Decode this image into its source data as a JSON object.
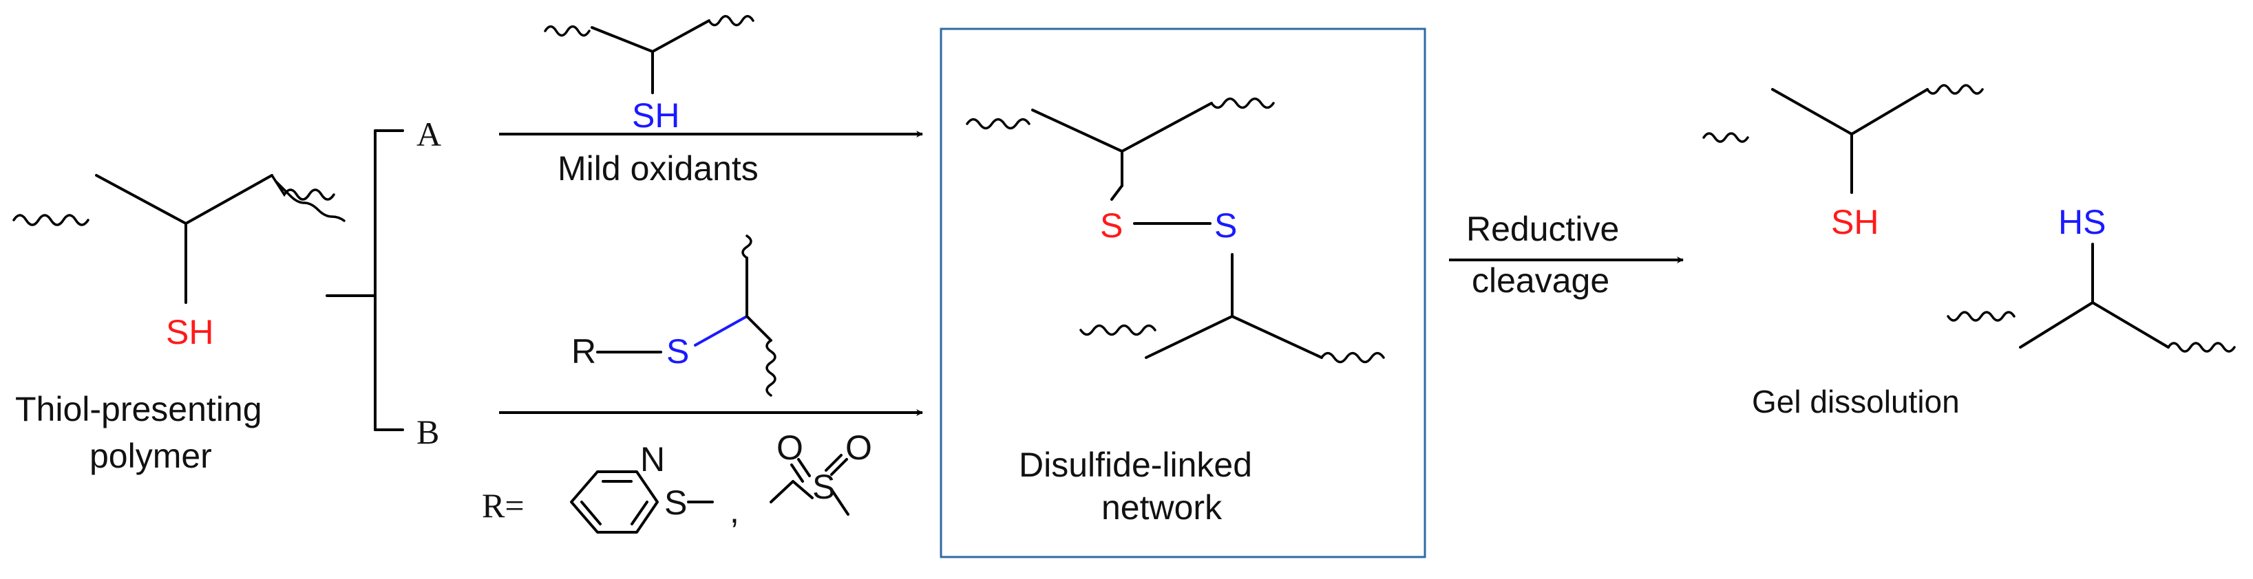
{
  "colors": {
    "sulfur_red": "#ff1a1a",
    "sulfur_blue": "#1a1aff",
    "box_border": "#2e6aa6",
    "bond": "#000000"
  },
  "left": {
    "group": "SH",
    "caption_line1": "Thiol-presenting",
    "caption_line2": "polymer"
  },
  "route_a": {
    "letter": "A",
    "reagent_group": "SH",
    "condition": "Mild oxidants"
  },
  "route_b": {
    "letter": "B",
    "r_label": "R",
    "s_label": "S",
    "r_definition_prefix": "R=",
    "pyridyl_n": "N",
    "pyridyl_s": "S",
    "separator": ",",
    "sulfonyl_s": "S",
    "sulfonyl_o1": "O",
    "sulfonyl_o2": "O"
  },
  "network": {
    "s_left": "S",
    "s_right": "S",
    "caption_line1": "Disulfide-linked",
    "caption_line2": "network"
  },
  "cleavage": {
    "line1": "Reductive",
    "line2": "cleavage"
  },
  "products": {
    "group_red": "SH",
    "group_blue": "HS",
    "caption": "Gel dissolution"
  }
}
